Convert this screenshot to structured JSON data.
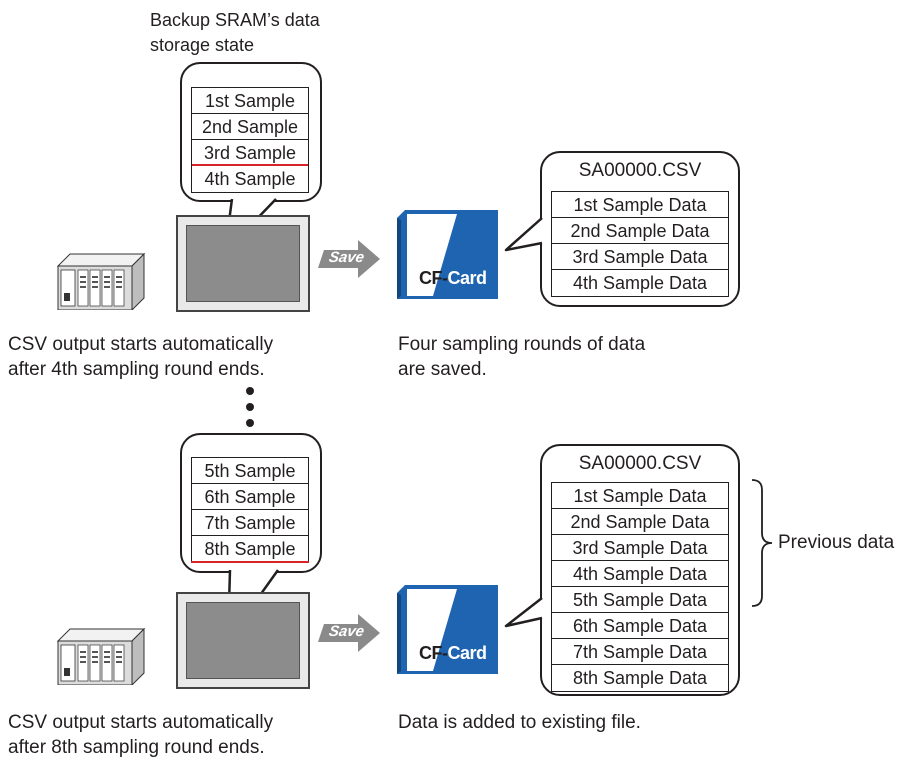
{
  "header": {
    "sram_label": "Backup SRAM’s data\nstorage state"
  },
  "top": {
    "sram_rows": [
      "1st Sample",
      "2nd Sample",
      "3rd Sample",
      "4th Sample"
    ],
    "save_label": "Save",
    "cf_label_a": "CF-",
    "cf_label_b": "Card",
    "csv_title": "SA00000.CSV",
    "csv_rows": [
      "1st Sample Data",
      "2nd Sample Data",
      "3rd Sample Data",
      "4th Sample Data"
    ],
    "left_caption": "CSV output starts automatically\nafter 4th sampling round ends.",
    "right_caption": "Four sampling rounds of data\nare saved."
  },
  "bottom": {
    "sram_rows": [
      "5th Sample",
      "6th Sample",
      "7th Sample",
      "8th Sample"
    ],
    "save_label": "Save",
    "cf_label_a": "CF-",
    "cf_label_b": "Card",
    "csv_title": "SA00000.CSV",
    "csv_rows": [
      "1st Sample Data",
      "2nd Sample Data",
      "3rd Sample Data",
      "4th Sample Data",
      "5th Sample Data",
      "6th Sample Data",
      "7th Sample Data",
      "8th Sample Data"
    ],
    "previous_label": "Previous data",
    "left_caption": "CSV output starts automatically\nafter 8th sampling round ends.",
    "right_caption": "Data is added to existing file."
  },
  "colors": {
    "cf_blue": "#1f64b0",
    "save_arrow": "#8a8a8a",
    "highlight_red": "#d6232a"
  }
}
